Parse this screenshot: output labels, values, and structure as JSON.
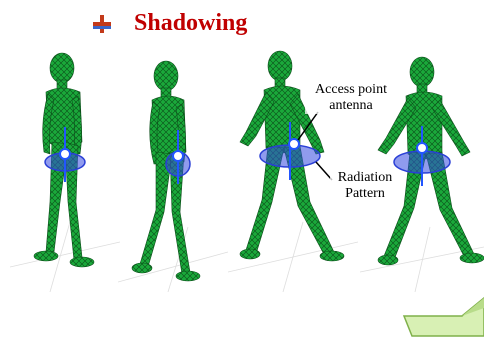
{
  "slide": {
    "title": "Shadowing",
    "bullet_icon": "bullet-plus-icon",
    "colors": {
      "title": "#c00000",
      "body_mesh": "#1aa83a",
      "antenna": "#2255ff",
      "radiation_pattern": "#2a3fd6",
      "bullet_plus": "#c33a1a",
      "bullet_bar": "#3a66c8",
      "callout_fill": "#d8f0b4"
    }
  },
  "labels": {
    "access_point_line1": "Access point",
    "access_point_line2": "antenna",
    "radiation_line1": "Radiation",
    "radiation_line2": "Pattern"
  },
  "figures": [
    {
      "pose": "walking-side-1"
    },
    {
      "pose": "walking-side-2"
    },
    {
      "pose": "walking-side-3"
    },
    {
      "pose": "walking-side-4"
    }
  ]
}
